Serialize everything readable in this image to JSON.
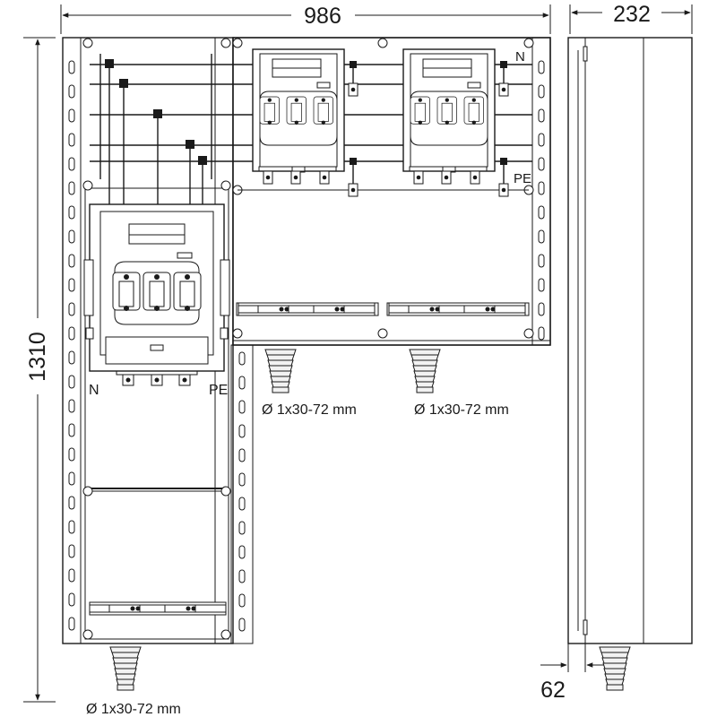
{
  "dimensions": {
    "total_width": "986",
    "depth": "232",
    "height": "1310",
    "offset": "62"
  },
  "labels": {
    "n_left": "N",
    "pe_left": "PE",
    "n_right": "N",
    "pe_right": "PE"
  },
  "cable_entries": [
    {
      "spec": "Ø 1x30-72 mm"
    },
    {
      "spec": "Ø 1x30-72 mm"
    },
    {
      "spec": "Ø 1x30-72 mm"
    }
  ],
  "colors": {
    "line": "#1a1a1a",
    "background": "#ffffff"
  }
}
